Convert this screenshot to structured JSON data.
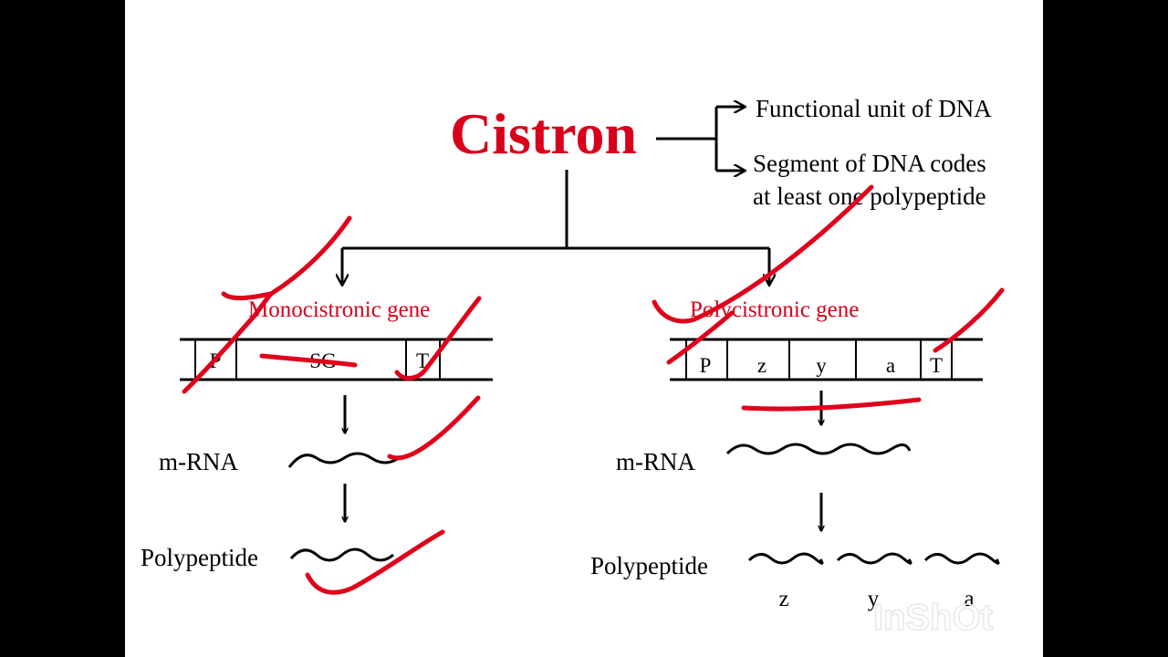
{
  "title": "Cistron",
  "definitions": [
    "Functional unit of DNA",
    "Segment of DNA codes",
    "at least one polypeptide"
  ],
  "monocistronic": {
    "title": "Monocistronic gene",
    "cells": [
      "P",
      "SG",
      "T"
    ],
    "mrna_label": "m-RNA",
    "polypeptide_label": "Polypeptide"
  },
  "polycistronic": {
    "title": "Polycistronic gene",
    "cells": [
      "P",
      "z",
      "y",
      "a",
      "T"
    ],
    "mrna_label": "m-RNA",
    "polypeptide_label": "Polypeptide",
    "products": [
      "z",
      "y",
      "a"
    ]
  },
  "watermark": "InShOt",
  "colors": {
    "accent": "#d8001c",
    "ink": "#e0001b",
    "frame": "#000000",
    "slide": "#ffffff"
  }
}
